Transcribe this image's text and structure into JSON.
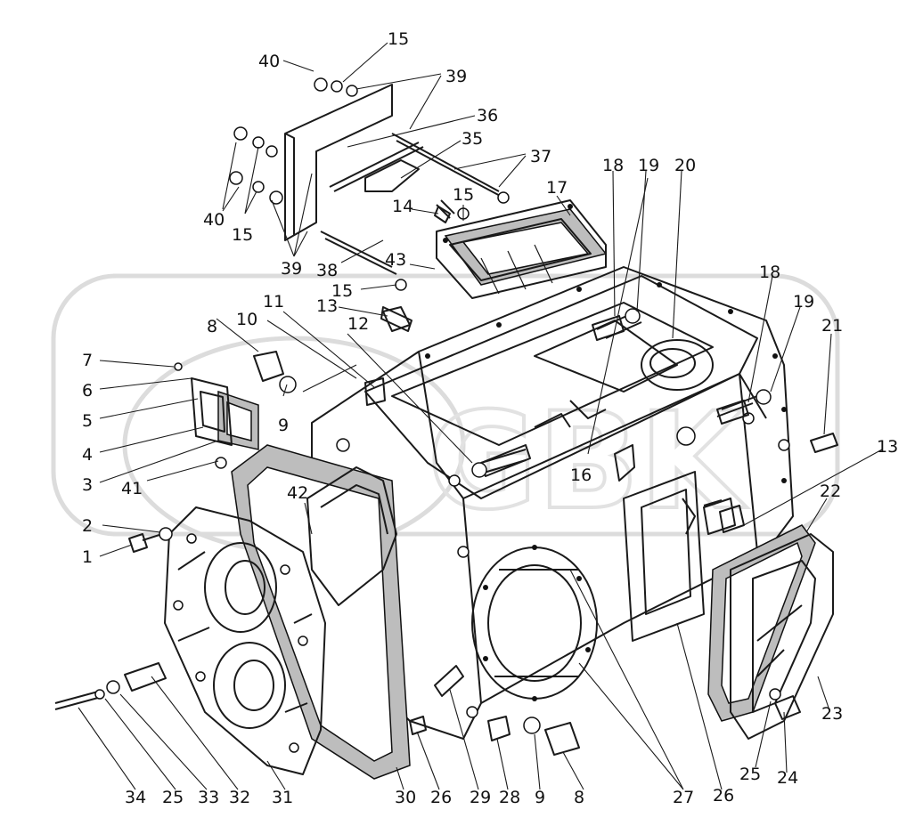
{
  "diagram": {
    "labels": [
      "1",
      "2",
      "3",
      "4",
      "5",
      "6",
      "7",
      "8",
      "9",
      "10",
      "11",
      "12",
      "13",
      "14",
      "15",
      "16",
      "17",
      "18",
      "19",
      "20",
      "21",
      "22",
      "23",
      "24",
      "25",
      "26",
      "27",
      "28",
      "29",
      "30",
      "31",
      "32",
      "33",
      "34",
      "35",
      "36",
      "37",
      "38",
      "39",
      "40",
      "41",
      "42",
      "43"
    ],
    "watermark": "GBK"
  }
}
